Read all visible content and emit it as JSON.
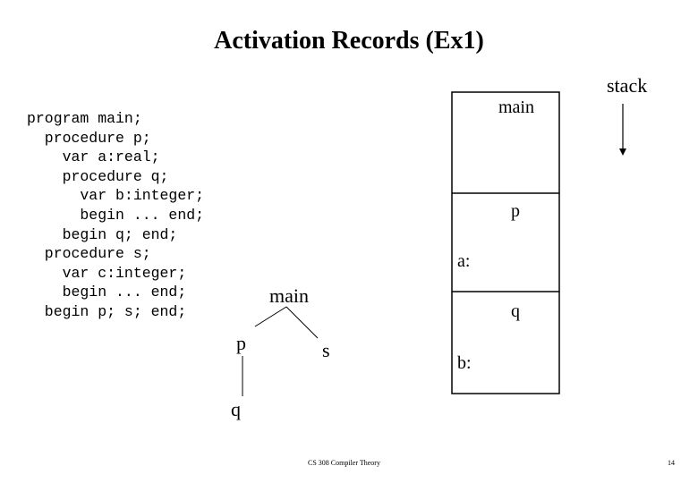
{
  "title": "Activation Records (Ex1)",
  "code_lines": [
    "program main;",
    "  procedure p;",
    "    var a:real;",
    "    procedure q;",
    "      var b:integer;",
    "      begin ... end;",
    "    begin q; end;",
    "  procedure s;",
    "    var c:integer;",
    "    begin ... end;",
    "  begin p; s; end;"
  ],
  "tree": {
    "root": "main",
    "left_child": "p",
    "right_child": "s",
    "grandchild": "q"
  },
  "stack": {
    "label": "stack",
    "frames": [
      {
        "name": "main"
      },
      {
        "name": "p",
        "var": "a:"
      },
      {
        "name": "q",
        "var": "b:"
      }
    ]
  },
  "footer": {
    "center": "CS 308 Compiler Theory",
    "page_number": "14"
  }
}
